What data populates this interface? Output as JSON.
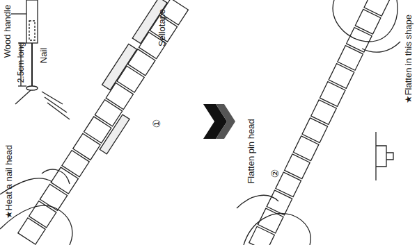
{
  "diagram": {
    "labels": [
      "Wood handle",
      "2.5cm long",
      "Nail",
      "Sellotape",
      "★Heat a nail head",
      "①",
      "Flatten pin head",
      "②",
      "★Flatten in this shape"
    ]
  }
}
